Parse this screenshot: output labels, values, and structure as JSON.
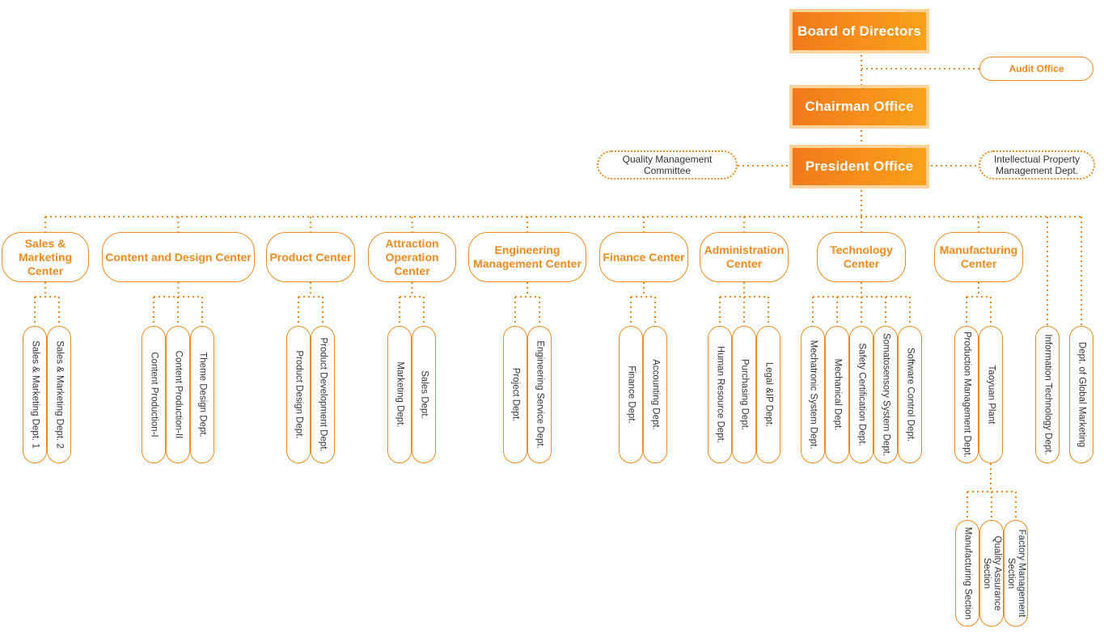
{
  "colors": {
    "accent": "#ef8a1f",
    "gradient_start": "#f27a1c",
    "gradient_end": "#f9a11b",
    "text": "#333333"
  },
  "executive": {
    "board": "Board of Directors",
    "audit": "Audit Office",
    "chairman": "Chairman Office",
    "president": "President Office",
    "quality_committee": "Quality Management\nCommittee",
    "ip_management": "Intellectual Property\nManagement Dept."
  },
  "centers": [
    {
      "label": "Sales &\nMarketing\nCenter",
      "depts": [
        "Sales & Marketing Dept. 1",
        "Sales & Marketing Dept. 2"
      ]
    },
    {
      "label": "Content and Design Center",
      "depts": [
        "Content Production-I",
        "Content Production-II",
        "Theme Design Dept."
      ]
    },
    {
      "label": "Product Center",
      "depts": [
        "Product Design Dept.",
        "Product Development Dept."
      ]
    },
    {
      "label": "Attraction\nOperation\nCenter",
      "depts": [
        "Marketing Dept.",
        "Sales Dept."
      ]
    },
    {
      "label": "Engineering\nManagement Center",
      "depts": [
        "Project Dept.",
        "Engineering Service Dept."
      ]
    },
    {
      "label": "Finance Center",
      "depts": [
        "Finance Dept.",
        "Accounting Dept."
      ]
    },
    {
      "label": "Administration\nCenter",
      "depts": [
        "Human Resource Dept.",
        "Purchasing Dept.",
        "Legal &IP Dept."
      ]
    },
    {
      "label": "Technology\nCenter",
      "depts": [
        "Mechatronic System Dept.",
        "Mechanical Dept.",
        "Safety Certification Dept.",
        "Somatosensory System Dept.",
        "Software Control Dept."
      ]
    },
    {
      "label": "Manufacturing\nCenter",
      "depts": [
        "Production Management Dept.",
        "Taoyuan Plant"
      ]
    }
  ],
  "standalone_depts": [
    "Information Technology Dept.",
    "Dept. of Global Marketing"
  ],
  "plant_sections": [
    "Manufacturing Section",
    "Quality Assurance\nSection",
    "Factory Management\nSection"
  ]
}
